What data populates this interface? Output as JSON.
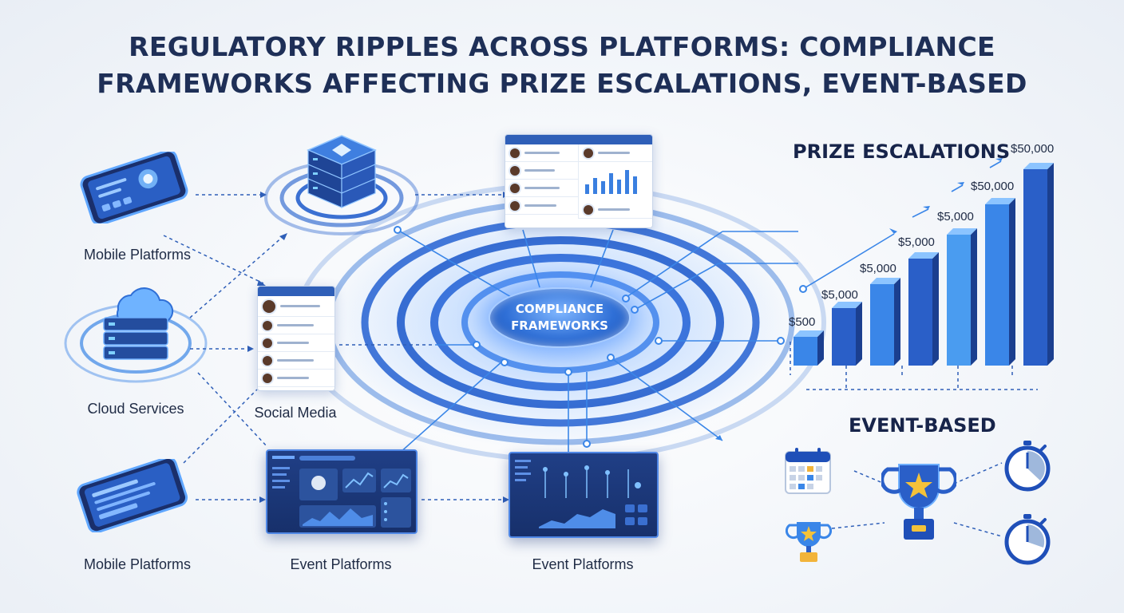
{
  "title": {
    "line1": "REGULATORY RIPPLES ACROSS PLATFORMS: COMPLIANCE",
    "line2": "FRAMEWORKS AFFECTING PRIZE ESCALATIONS, EVENT-BASED"
  },
  "center": {
    "line1": "COMPLIANCE",
    "line2": "FRAMEWORKS"
  },
  "sources": {
    "mobile_top": "Mobile Platforms",
    "cloud": "Cloud Services",
    "mobile_bottom": "Mobile Platforms",
    "social": "Social Media",
    "event_1": "Event Platforms",
    "event_2": "Event Platforms"
  },
  "prize": {
    "heading": "PRIZE ESCALATIONS",
    "bars": [
      {
        "label": "$500"
      },
      {
        "label": "$5,000"
      },
      {
        "label": "$5,000"
      },
      {
        "label": "$5,000"
      },
      {
        "label": "$5,000"
      },
      {
        "label": "$50,000"
      },
      {
        "label": "$50,000"
      }
    ]
  },
  "event": {
    "heading": "EVENT-BASED"
  },
  "colors": {
    "primary": "#1f4fb8",
    "accent": "#3fa3ff",
    "ink": "#1e2f57"
  },
  "icons": [
    "smartphone-icon",
    "server-stack-icon",
    "cloud-icon",
    "trophy-icon",
    "calendar-icon",
    "stopwatch-icon"
  ]
}
